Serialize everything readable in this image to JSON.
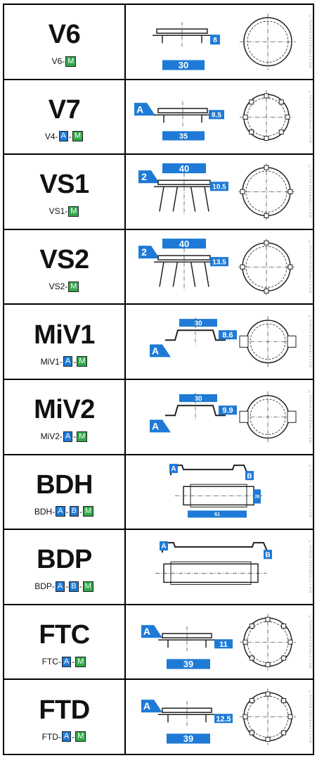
{
  "watermark": "©TOWER-INTERNALS.COM",
  "colors": {
    "dimension_blue": "#1e7ad6",
    "code_blue": "#1e7ad6",
    "code_green": "#2fa84a"
  },
  "rows": [
    {
      "name": "V6",
      "code": [
        "V6-",
        {
          "b": "M",
          "c": "green"
        }
      ],
      "dims": {
        "main": "30",
        "side": "8"
      }
    },
    {
      "name": "V7",
      "code": [
        "V4-",
        {
          "b": "A",
          "c": "blue"
        },
        "-",
        {
          "b": "M",
          "c": "green"
        }
      ],
      "dims": {
        "main": "35",
        "side": "8.5",
        "tag": "A"
      }
    },
    {
      "name": "VS1",
      "code": [
        "VS1-",
        {
          "b": "M",
          "c": "green"
        }
      ],
      "dims": {
        "main": "40",
        "side": "10.5",
        "tag": "2"
      }
    },
    {
      "name": "VS2",
      "code": [
        "VS2-",
        {
          "b": "M",
          "c": "green"
        }
      ],
      "dims": {
        "main": "40",
        "side": "13.5",
        "tag": "2"
      }
    },
    {
      "name": "MiV1",
      "code": [
        "MiV1-",
        {
          "b": "A",
          "c": "blue"
        },
        "-",
        {
          "b": "M",
          "c": "green"
        }
      ],
      "dims": {
        "main": "30",
        "side": "8.6",
        "tag": "A"
      }
    },
    {
      "name": "MiV2",
      "code": [
        "MiV2-",
        {
          "b": "A",
          "c": "blue"
        },
        "-",
        {
          "b": "M",
          "c": "green"
        }
      ],
      "dims": {
        "main": "30",
        "side": "9.9",
        "tag": "A"
      }
    },
    {
      "name": "BDH",
      "code": [
        "BDH-",
        {
          "b": "A",
          "c": "blue"
        },
        "-",
        {
          "b": "B",
          "c": "blue"
        },
        "-",
        {
          "b": "M",
          "c": "green"
        }
      ],
      "dims": {
        "main": "61",
        "side": "28",
        "tag": "A",
        "tag2": "B"
      }
    },
    {
      "name": "BDP",
      "code": [
        "BDP-",
        {
          "b": "A",
          "c": "blue"
        },
        "-",
        {
          "b": "B",
          "c": "blue"
        },
        "-",
        {
          "b": "M",
          "c": "green"
        }
      ],
      "dims": {
        "tag": "A",
        "tag2": "B"
      }
    },
    {
      "name": "FTC",
      "code": [
        "FTC-",
        {
          "b": "A",
          "c": "blue"
        },
        "-",
        {
          "b": "M",
          "c": "green"
        }
      ],
      "dims": {
        "main": "39",
        "side": "11",
        "tag": "A"
      }
    },
    {
      "name": "FTD",
      "code": [
        "FTD-",
        {
          "b": "A",
          "c": "blue"
        },
        "-",
        {
          "b": "M",
          "c": "green"
        }
      ],
      "dims": {
        "main": "39",
        "side": "12.5",
        "tag": "A"
      }
    }
  ]
}
